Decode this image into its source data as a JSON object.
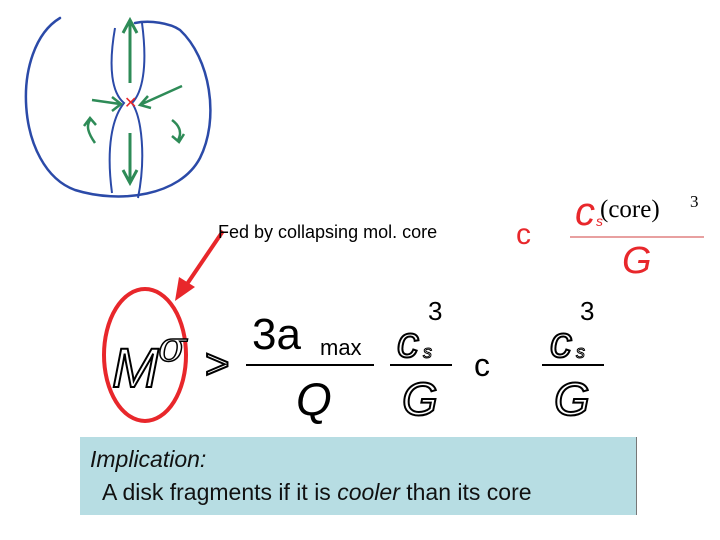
{
  "diagram": {
    "colors": {
      "sketch_blue": "#2b4aa8",
      "arrow_green": "#2e8b57",
      "accent_red": "#e8272b",
      "box_bg": "#b7dde3"
    },
    "annotation": "Fed by collapsing mol. core",
    "top_fraction": {
      "prefix": "c",
      "numerator_symbol": "c",
      "numerator_subscript": "s",
      "numerator_paren": "(core)",
      "exponent": "3",
      "denominator": "G"
    },
    "inequality": {
      "lhs_M": "M",
      "lhs_sigma": "σ",
      "relation": ">",
      "frac1_numerator": "3a",
      "frac1_subscript": "max",
      "frac1_denominator": "Q",
      "frac2_symbol": "c",
      "frac2_subscript": "s",
      "frac2_exponent": "3",
      "frac2_denominator": "G",
      "proportional": "c",
      "frac3_symbol": "c",
      "frac3_subscript": "s",
      "frac3_exponent": "3",
      "frac3_denominator": "G"
    },
    "implication": {
      "title": "Implication:",
      "text_before": "A disk fragments if it is ",
      "text_emph": "cooler",
      "text_after": " than its core"
    }
  }
}
